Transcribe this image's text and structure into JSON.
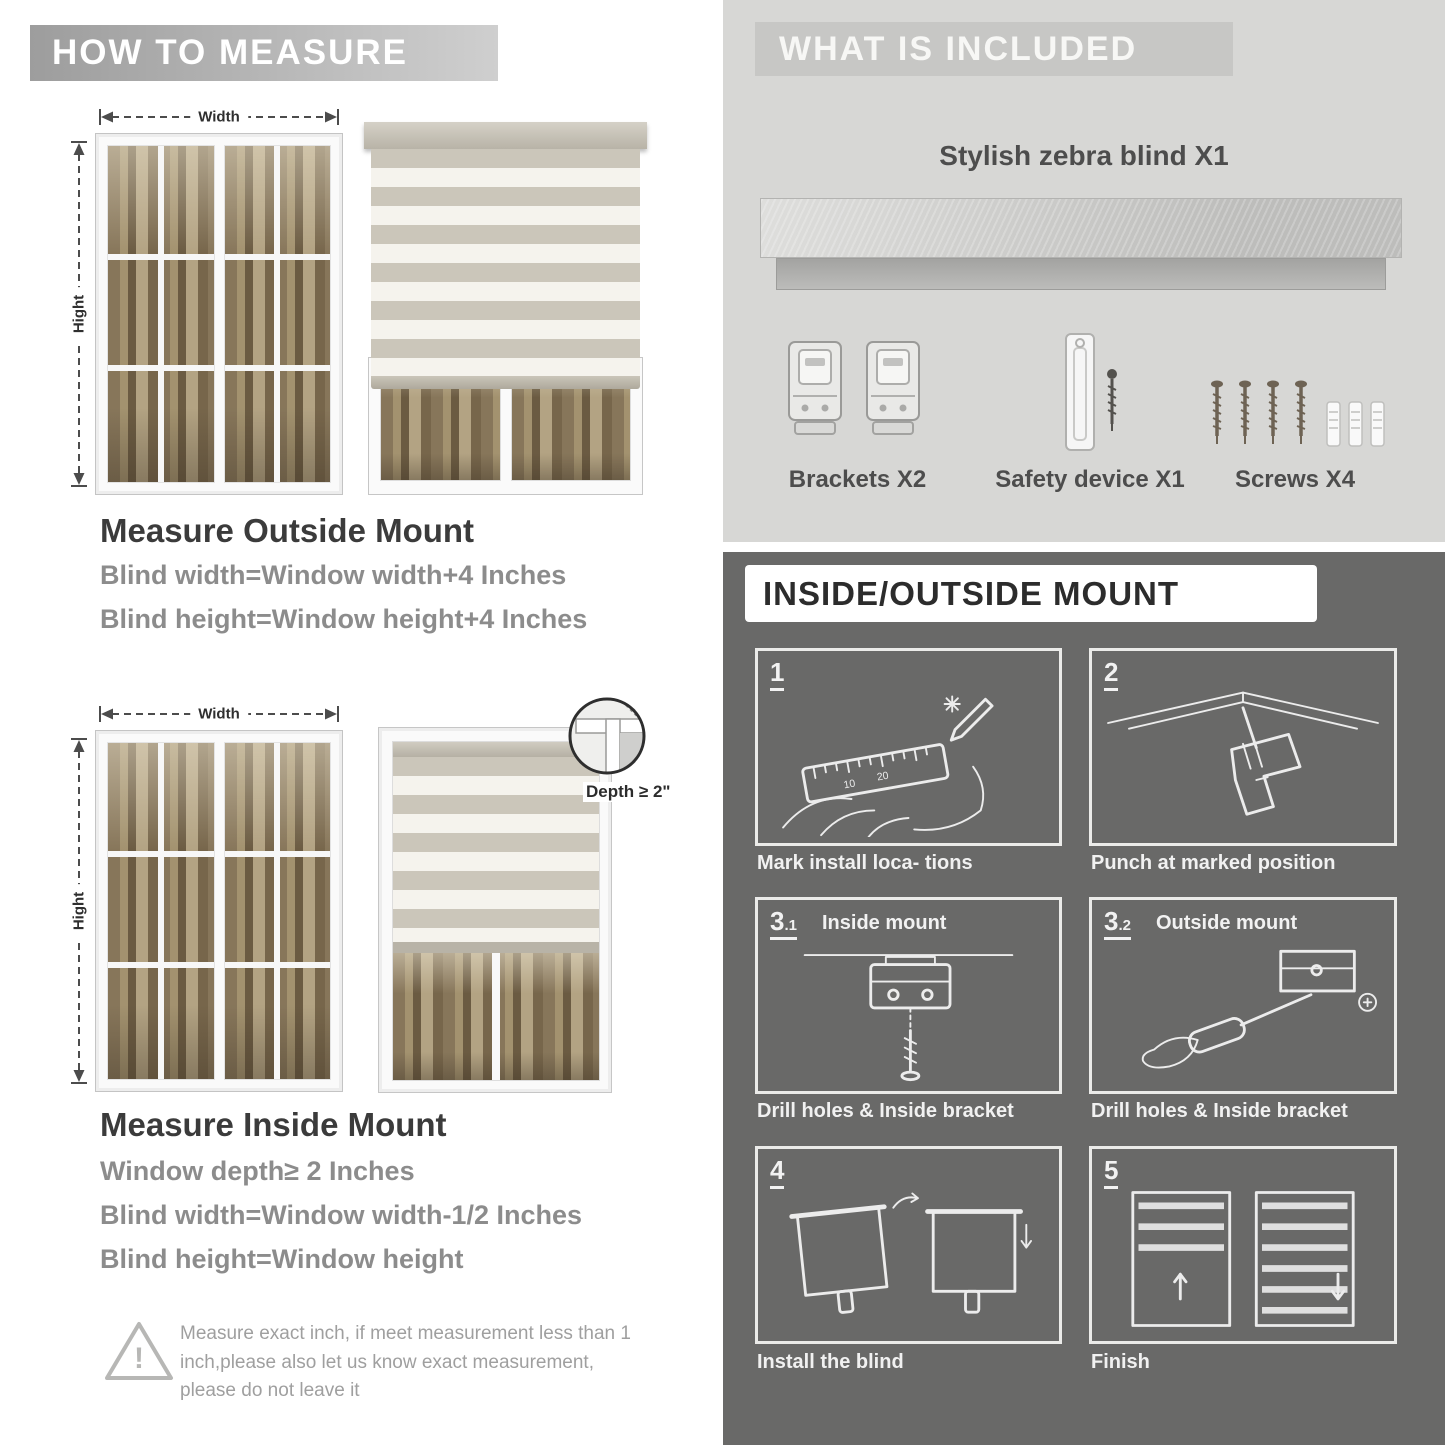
{
  "colors": {
    "header_band": "#9d9d9d",
    "panel_light": "#d7d7d5",
    "panel_dark": "#696968",
    "stripe_gray": "#cbc6ba",
    "stripe_light": "#f5f3ed",
    "text_dark": "#3b3b3b",
    "text_gray": "#8c8c8c"
  },
  "left": {
    "header": "HOW TO MEASURE",
    "outside": {
      "width_label": "Width",
      "height_label": "Hight",
      "title": "Measure Outside Mount",
      "line1": "Blind width=Window width+4 Inches",
      "line2": "Blind height=Window height+4 Inches"
    },
    "inside": {
      "width_label": "Width",
      "height_label": "Hight",
      "depth_label": "Depth ≥ 2\"",
      "title": "Measure Inside Mount",
      "line1": "Window depth≥ 2 Inches",
      "line2": "Blind width=Window width-1/2 Inches",
      "line3": "Blind height=Window height"
    },
    "warning_text": "Measure exact inch, if meet measurement less than 1 inch,please also let us know exact measurement, please do not leave it"
  },
  "included": {
    "header": "WHAT IS INCLUDED",
    "blind_label": "Stylish zebra blind X1",
    "items": [
      {
        "label": "Brackets X2"
      },
      {
        "label": "Safety device X1"
      },
      {
        "label": "Screws X4"
      }
    ]
  },
  "mount": {
    "header": "INSIDE/OUTSIDE MOUNT",
    "steps": [
      {
        "num": "1",
        "sub": "",
        "title": "",
        "caption": "Mark install loca- tions"
      },
      {
        "num": "2",
        "sub": "",
        "title": "",
        "caption": "Punch at  marked position"
      },
      {
        "num": "3",
        "sub": ".1",
        "title": "Inside mount",
        "caption": "Drill holes &  Inside bracket"
      },
      {
        "num": "3",
        "sub": ".2",
        "title": "Outside mount",
        "caption": "Drill holes &  Inside bracket"
      },
      {
        "num": "4",
        "sub": "",
        "title": "",
        "caption": "Install the blind"
      },
      {
        "num": "5",
        "sub": "",
        "title": "",
        "caption": "Finish"
      }
    ]
  }
}
